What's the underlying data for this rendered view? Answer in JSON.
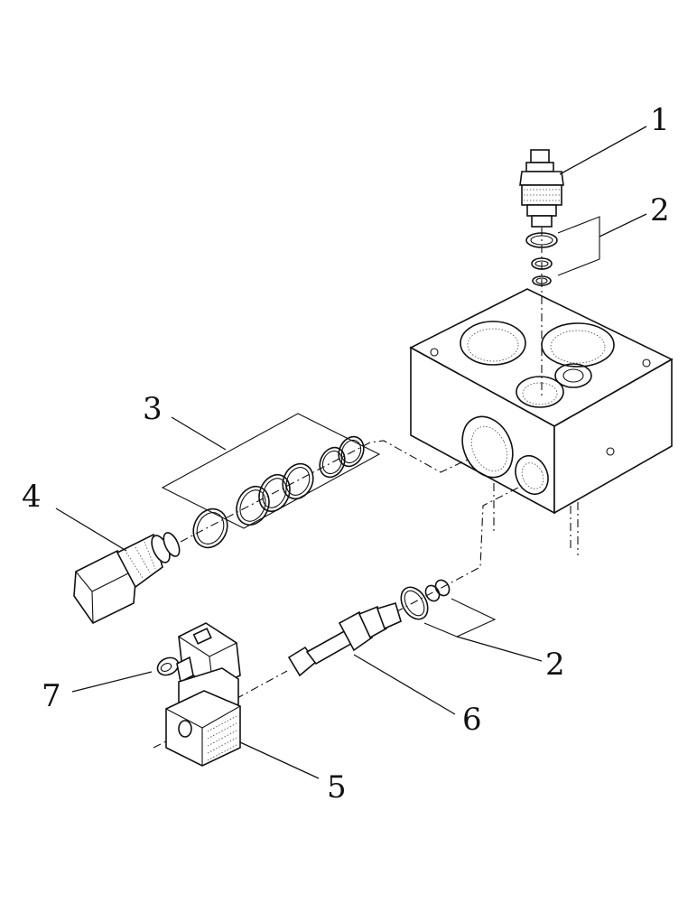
{
  "callouts": [
    {
      "id": "1"
    },
    {
      "id": "2"
    },
    {
      "id": "3"
    },
    {
      "id": "4"
    },
    {
      "id": "2"
    },
    {
      "id": "6"
    },
    {
      "id": "7"
    },
    {
      "id": "5"
    }
  ],
  "colors": {
    "ink": "#111111",
    "paper": "#ffffff"
  }
}
